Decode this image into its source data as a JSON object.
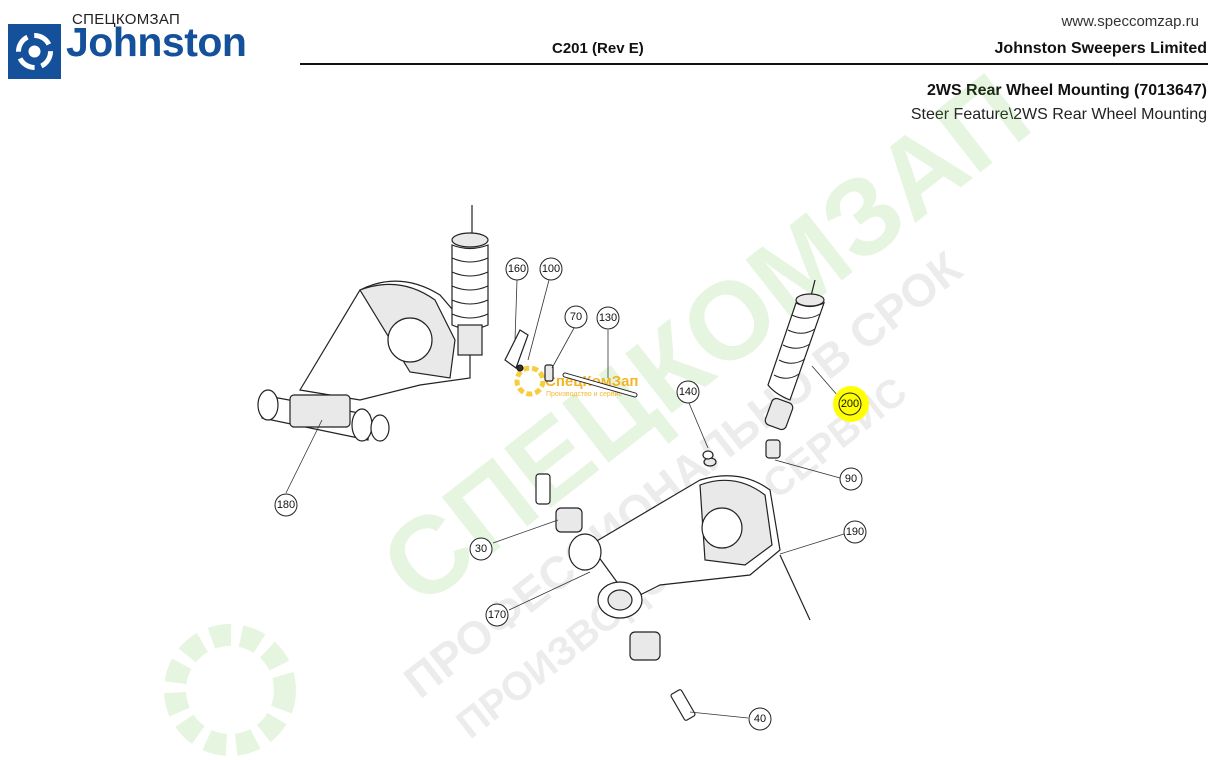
{
  "header": {
    "brand_small": "СПЕЦКОМЗАП",
    "brand_name": "Johnston",
    "site_url": "www.speccomzap.ru",
    "doc_code": "C201 (Rev E)",
    "company": "Johnston Sweepers Limited",
    "title": "2WS Rear Wheel Mounting (7013647)",
    "subtitle": "Steer Feature\\2WS Rear Wheel Mounting"
  },
  "watermark": {
    "main": "СПЕЦКОМЗАП",
    "line2": "ПРОФЕССИОНАЛЬНО В СРОК",
    "line3": "ПРОИЗВОДСТВО И СЕРВИС",
    "badge": "СпецКомЗап",
    "badge_sub": "Производство и сервис"
  },
  "callouts": [
    {
      "label": "160"
    },
    {
      "label": "100"
    },
    {
      "label": "70"
    },
    {
      "label": "130"
    },
    {
      "label": "140"
    },
    {
      "label": "200",
      "highlighted": true
    },
    {
      "label": "90"
    },
    {
      "label": "180"
    },
    {
      "label": "30"
    },
    {
      "label": "190"
    },
    {
      "label": "170"
    },
    {
      "label": "40"
    }
  ],
  "colors": {
    "brand_blue": "#15509a",
    "highlight": "#ffff00",
    "watermark_green": "#5cbf3a"
  }
}
